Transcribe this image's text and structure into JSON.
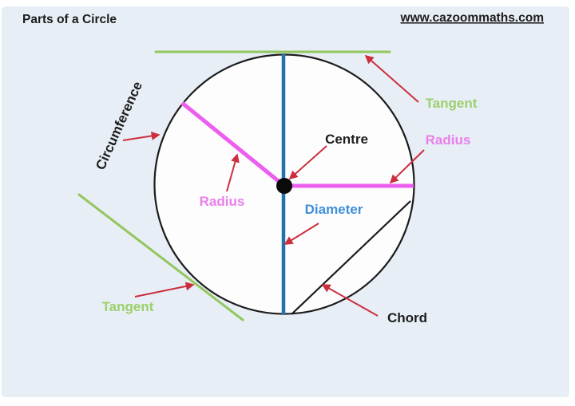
{
  "page": {
    "title": "Parts of a Circle",
    "website": "www.cazoommaths.com"
  },
  "labels": {
    "circumference": "Circumference",
    "tangent_top": "Tangent",
    "radius_right": "Radius",
    "centre": "Centre",
    "radius_left": "Radius",
    "diameter": "Diameter",
    "tangent_bottom": "Tangent",
    "chord": "Chord"
  },
  "colors": {
    "frame_white": "#ffffff",
    "canvas_blue": "#e8eef6",
    "ink_black": "#1c1c1c",
    "circle_fill": "#fdfdfe",
    "tangent_green_line": "#92c75f",
    "tangent_green_label": "#9cd06a",
    "radius_magenta_line": "#ec5fee",
    "radius_magenta_label": "#e97fe9",
    "diameter_blue_line": "#2372ad",
    "diameter_blue_label": "#3e8ed8",
    "arrow_red": "#cc2e3e",
    "centre_dot_black": "#0a0a0a"
  }
}
